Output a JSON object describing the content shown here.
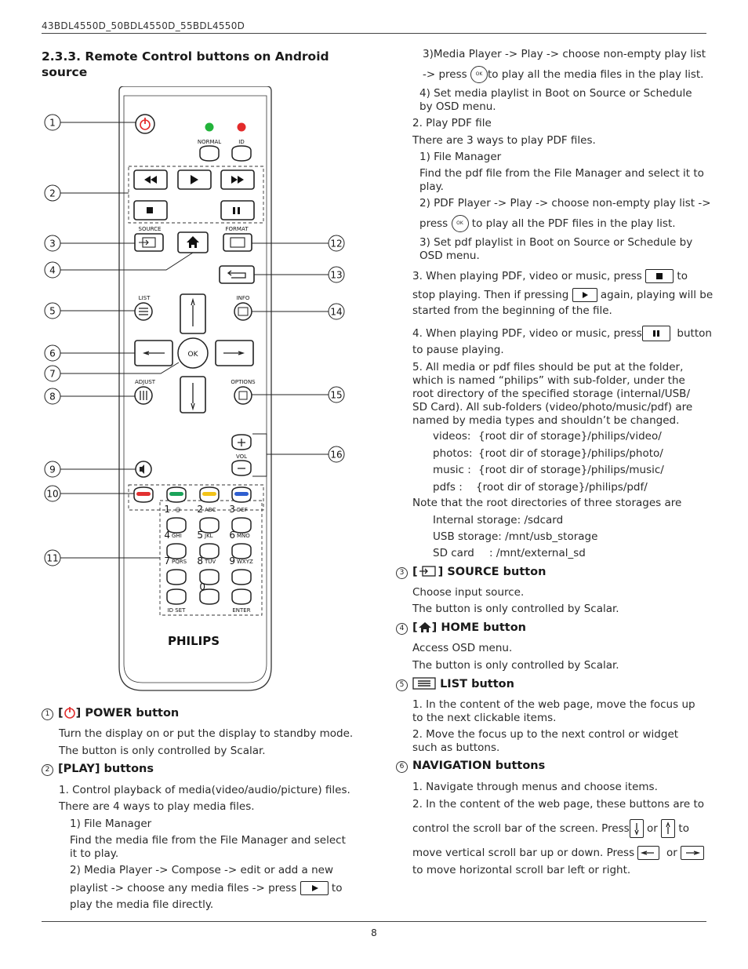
{
  "header": {
    "model": "43BDL4550D_50BDL4550D_55BDL4550D"
  },
  "section_title": "2.3.3.  Remote Control buttons on Android source",
  "remote": {
    "labels": {
      "normal": "NORMAL",
      "id": "ID",
      "source": "SOURCE",
      "format": "FORMAT",
      "list": "LIST",
      "info": "INFO",
      "ok": "OK",
      "adjust": "ADJUST",
      "options": "OPTIONS",
      "vol": "VOL",
      "id_set": "ID SET",
      "enter": "ENTER",
      "brand": "PHILIPS"
    },
    "callouts": [
      "1",
      "2",
      "3",
      "4",
      "5",
      "6",
      "7",
      "8",
      "9",
      "10",
      "11",
      "12",
      "13",
      "14",
      "15",
      "16"
    ],
    "keypad": [
      {
        "num": "1",
        "letters": ". @"
      },
      {
        "num": "2",
        "letters": "ABC"
      },
      {
        "num": "3",
        "letters": "DEF"
      },
      {
        "num": "4",
        "letters": "GHI"
      },
      {
        "num": "5",
        "letters": "JKL"
      },
      {
        "num": "6",
        "letters": "MNO"
      },
      {
        "num": "7",
        "letters": "PQRS"
      },
      {
        "num": "8",
        "letters": "TUV"
      },
      {
        "num": "9",
        "letters": "WXYZ"
      },
      {
        "num": "0",
        "letters": "⎵"
      }
    ],
    "colors": {
      "red": "#e23030",
      "green": "#1aa35a",
      "yellow": "#f2c318",
      "blue": "#2f5fd0",
      "led_green": "#22b33a",
      "led_red": "#e32b2b"
    }
  },
  "left": {
    "power_head": "POWER button",
    "power_p1": "Turn the display on or put the display to standby mode.",
    "power_p2": "The button is only controlled by Scalar.",
    "play_head": "[PLAY] buttons",
    "play_p1": "1. Control playback of media(video/audio/picture) files.",
    "play_p2": "There are 4 ways to play media files.",
    "play_p3": "1) File Manager",
    "play_p4": "Find the media file from the File Manager and select it to play.",
    "play_p5": "2) Media Player -> Compose -> edit or add a new",
    "play_p6a": "playlist -> choose any media files -> press",
    "play_p6b": "to",
    "play_p7": "play the media file directly."
  },
  "right": {
    "r1": "3)Media Player -> Play -> choose non-empty play list",
    "r2a": "-> press",
    "r2b": "to play all the media files in the play list.",
    "r3": "4) Set media playlist in Boot on Source or Schedule by OSD menu.",
    "r4": "2. Play PDF file",
    "r5": "There are 3 ways to play PDF files.",
    "r6": "1) File Manager",
    "r7": "Find the pdf file from the File Manager and select it to play.",
    "r8": "2) PDF Player -> Play -> choose non-empty play list ->",
    "r9a": "press",
    "r9b": "to play all the PDF files in the play list.",
    "r10": "3) Set pdf playlist in Boot on Source or Schedule by OSD menu.",
    "r11a": "3. When playing PDF, video or music, press",
    "r11b": "to",
    "r12a": "stop playing. Then if pressing",
    "r12b": "again, playing will be",
    "r13": "started from the beginning of the file.",
    "r14a": "4. When playing PDF, video or music, press",
    "r14b": "button",
    "r15": "to pause playing.",
    "r16": "5. All media or pdf files should be put at the folder, which is named “philips” with sub-folder, under the root directory of the specified storage (internal/USB/ SD Card). All sub-folders (video/photo/music/pdf) are named by media types and shouldn’t be changed.",
    "paths": [
      {
        "k": "videos:",
        "v": "{root dir of storage}/philips/video/"
      },
      {
        "k": "photos:",
        "v": "{root dir of storage}/philips/photo/"
      },
      {
        "k": "music  :",
        "v": "{root dir of storage}/philips/music/"
      },
      {
        "k": "pdfs    :",
        "v": "{root dir of storage}/philips/pdf/"
      }
    ],
    "note": "Note that the root directories of three storages are",
    "storages": [
      {
        "k": "Internal storage:",
        "v": "/sdcard"
      },
      {
        "k": "USB storage:",
        "v": "/mnt/usb_storage"
      },
      {
        "k": "SD card",
        "v": ": /mnt/external_sd"
      }
    ],
    "source_head": "] SOURCE button",
    "source_p1": "Choose input source.",
    "source_p2": "The button is only controlled by Scalar.",
    "home_head": "] HOME button",
    "home_p1": "Access OSD menu.",
    "home_p2": "The button is only controlled by Scalar.",
    "list_head": "LIST button",
    "list_p1": "1. In the content of the web page, move the focus up to the next clickable items.",
    "list_p2": "2. Move the focus up to the next control or widget such as buttons.",
    "nav_head": "NAVIGATION buttons",
    "nav_p1": "1. Navigate through menus and choose items.",
    "nav_p2": "2. In the content of the web page, these buttons are to",
    "nav_p3a": "control the scroll bar of the screen. Press",
    "nav_or": "or",
    "nav_p3b": "to",
    "nav_p4a": "move vertical scroll bar up or down. Press",
    "nav_p5": "to move horizontal scroll bar left or right."
  },
  "page_number": "8"
}
